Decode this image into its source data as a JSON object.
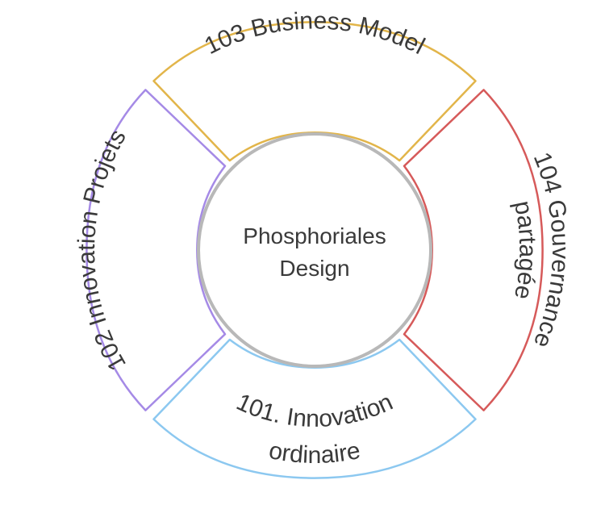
{
  "center": {
    "line1": "Phosphoriales",
    "line2": "Design",
    "border_color": "#b8b8b8"
  },
  "segments": [
    {
      "id": "top",
      "label_line1": "103 Business Model",
      "label_line2": "",
      "color": "#e2b54a"
    },
    {
      "id": "right",
      "label_line1": "104 Gouvernance",
      "label_line2": "partagée",
      "color": "#d65a5a"
    },
    {
      "id": "bottom",
      "label_line1": "101. Innovation",
      "label_line2": "ordinaire",
      "color": "#8cc8f0"
    },
    {
      "id": "left",
      "label_line1": "102 Innovation Projets",
      "label_line2": "",
      "color": "#a58ae6"
    }
  ]
}
